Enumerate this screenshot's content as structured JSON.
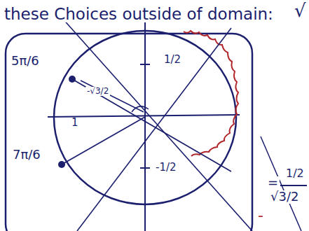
{
  "diagram": {
    "labels": [
      "these Choices outside of domain:",
      "√",
      "5π/6",
      "1/2",
      "-√3/2",
      "1",
      "-1/2",
      "7π/6",
      "=",
      "1/2",
      "-",
      "√3/2"
    ]
  }
}
